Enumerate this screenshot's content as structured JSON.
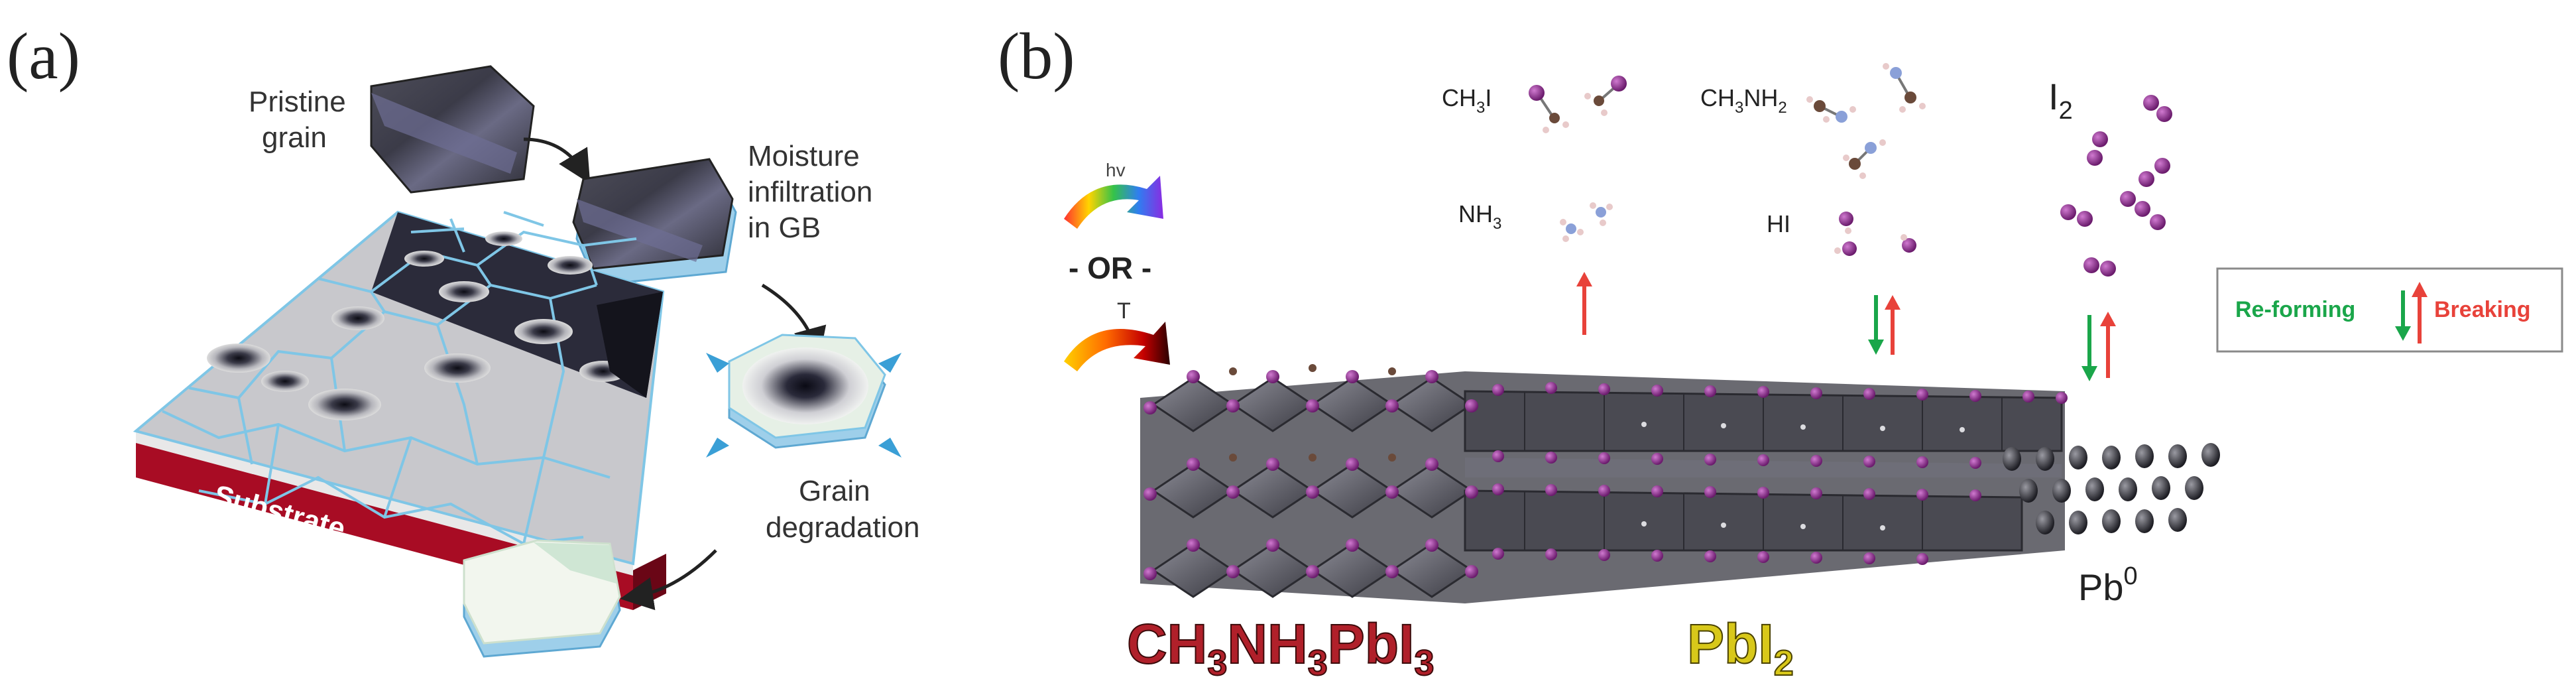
{
  "panel_a": {
    "label": "(a)",
    "pristine_grain": [
      "Pristine",
      "grain"
    ],
    "moisture": [
      "Moisture",
      "infiltration",
      "in GB"
    ],
    "substrate": "Substrate",
    "grain_degradation": [
      "Grain",
      "degradation"
    ]
  },
  "panel_b": {
    "label": "(b)",
    "hv": "hv",
    "or": "- OR -",
    "t": "T",
    "ch3i": {
      "main": "CH",
      "sub": "3",
      "tail": "I"
    },
    "ch3nh2": {
      "a": "CH",
      "s1": "3",
      "b": "NH",
      "s2": "2"
    },
    "i2": {
      "main": "I",
      "sub": "2"
    },
    "nh3": {
      "main": "NH",
      "sub": "3"
    },
    "hi": "HI",
    "legend": {
      "reforming": "Re-forming",
      "breaking": "Breaking"
    },
    "pb0": {
      "main": "Pb",
      "sup": "0"
    },
    "mapbi3": {
      "a": "CH",
      "s1": "3",
      "b": "NH",
      "s2": "3",
      "c": "PbI",
      "s3": "3"
    },
    "pbi2": {
      "main": "PbI",
      "sub": "2"
    }
  },
  "colors": {
    "iodine": "#8e2a8f",
    "reforming": "#1aa64a",
    "breaking": "#e8423a",
    "mapbi3_text": "#b0202a",
    "pbi2_text": "#d8c81a",
    "substrate": "#c8102e",
    "grain_boundary": "#7fc6e6"
  }
}
